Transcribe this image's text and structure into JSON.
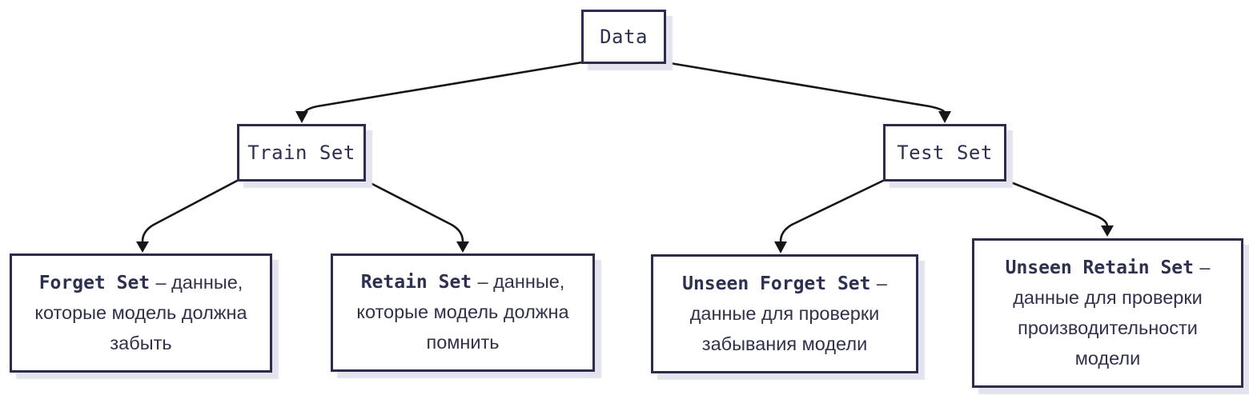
{
  "colors": {
    "node_border": "#2b2c4e",
    "node_text": "#2e3050",
    "desc_text": "#30324b",
    "arrow": "#161616",
    "shadow": "#e3e3ee",
    "background": "#ffffff"
  },
  "nodes": {
    "root": {
      "label": "Data"
    },
    "branches": [
      {
        "label": "Train Set"
      },
      {
        "label": "Test Set"
      }
    ],
    "leaves": [
      {
        "title": "Forget Set",
        "description": "– данные, которые модель должна забыть"
      },
      {
        "title": "Retain Set",
        "description": "– данные, которые модель должна помнить"
      },
      {
        "title": "Unseen Forget Set",
        "description": "– данные для проверки забывания модели"
      },
      {
        "title": "Unseen Retain Set",
        "description": "– данные для проверки производительности модели"
      }
    ]
  }
}
